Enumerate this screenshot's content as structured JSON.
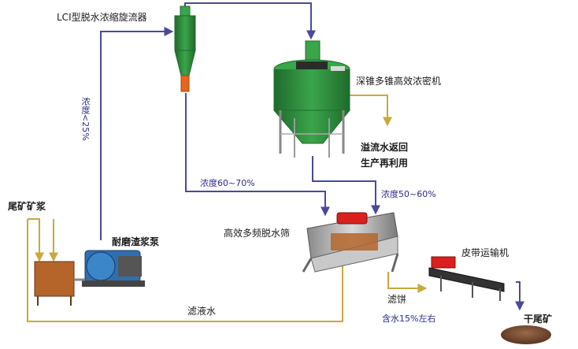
{
  "labels": {
    "cyclone": "LCI型脱水浓缩旋流器",
    "thickener": "深锥多锥高效浓密机",
    "overflow_line1": "溢流水返回",
    "overflow_line2": "生产再利用",
    "concentration_low": "浓度<25%",
    "concentration_mid": "浓度60~70%",
    "concentration_high": "浓度50~60%",
    "tailings_slurry": "尾矿矿浆",
    "pump": "耐磨渣浆泵",
    "screen": "高效多频脱水筛",
    "conveyor": "皮带运输机",
    "filtrate": "滤液水",
    "filter_cake": "滤饼",
    "moisture": "含水15%左右",
    "dry_tailings": "干尾矿"
  },
  "colors": {
    "slurry_line": "#4a4a9a",
    "water_line": "#b89a3a",
    "equipment_green": "#2f8f3f",
    "tank_brown": "#b5652a",
    "product_brown": "#7a4a30"
  }
}
